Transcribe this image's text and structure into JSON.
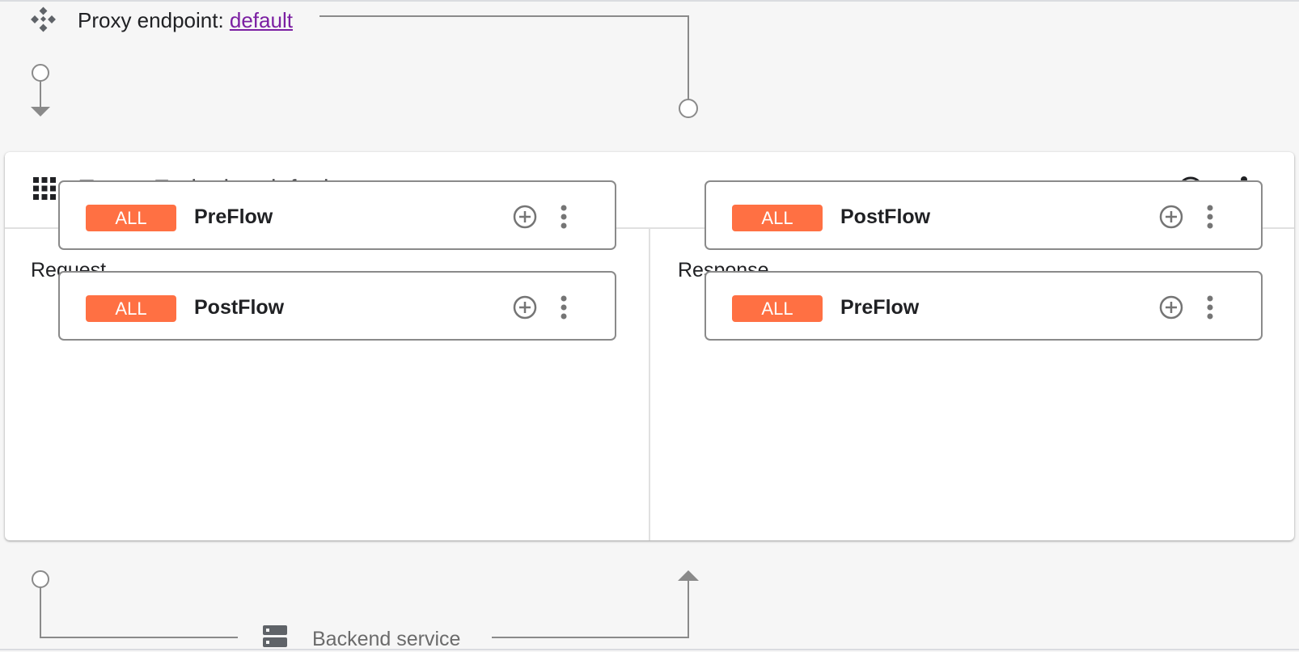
{
  "proxy_endpoint": {
    "label": "Proxy endpoint: ",
    "link_text": "default",
    "icon": "move-diamond-icon"
  },
  "target_endpoint": {
    "title": "Target Endpoint: default",
    "icons": [
      "grid-icon",
      "add-circle-icon",
      "more-vert-icon"
    ]
  },
  "request": {
    "label": "Request",
    "flows": [
      {
        "badge": "ALL",
        "name": "PreFlow"
      },
      {
        "badge": "ALL",
        "name": "PostFlow"
      }
    ]
  },
  "response": {
    "label": "Response",
    "flows": [
      {
        "badge": "ALL",
        "name": "PostFlow"
      },
      {
        "badge": "ALL",
        "name": "PreFlow"
      }
    ]
  },
  "backend": {
    "label": "Backend service",
    "icon": "server-icon"
  },
  "colors": {
    "badge": "#ff7043",
    "link": "#7b1fa2",
    "connector": "#8a8a8a",
    "background": "#f6f6f6"
  }
}
